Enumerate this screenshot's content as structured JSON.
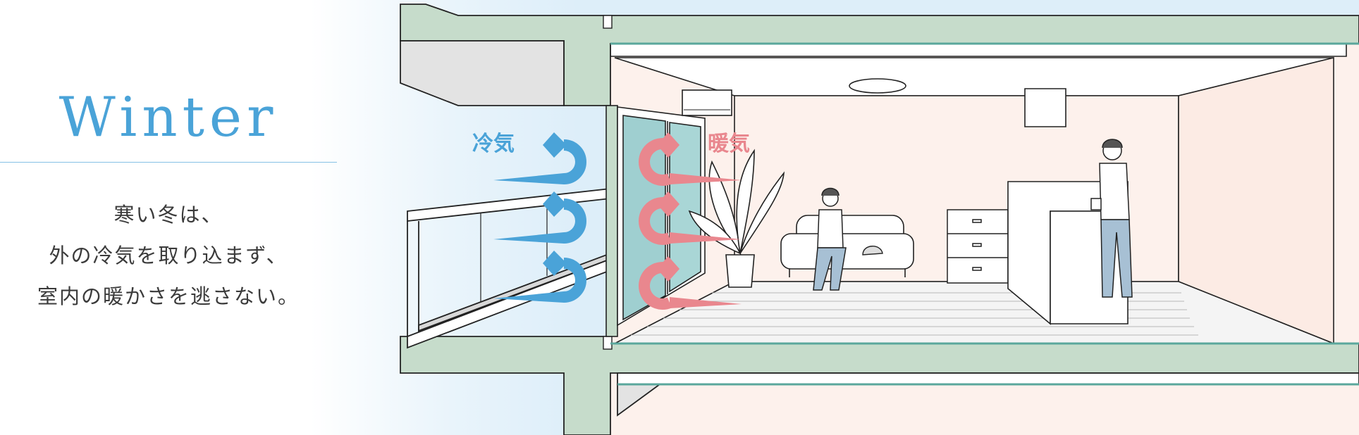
{
  "season": "Winter",
  "caption_lines": [
    "寒い冬は、",
    "外の冷気を取り込まず、",
    "室内の暖かさを逃さない。"
  ],
  "labels": {
    "cold_air": "冷気",
    "warm_air": "暖気"
  },
  "colors": {
    "accent_blue": "#4aa3d8",
    "warm_pink": "#e9878e",
    "concrete_green": "#c6dccb",
    "room_tint": "#fdf1ec"
  }
}
